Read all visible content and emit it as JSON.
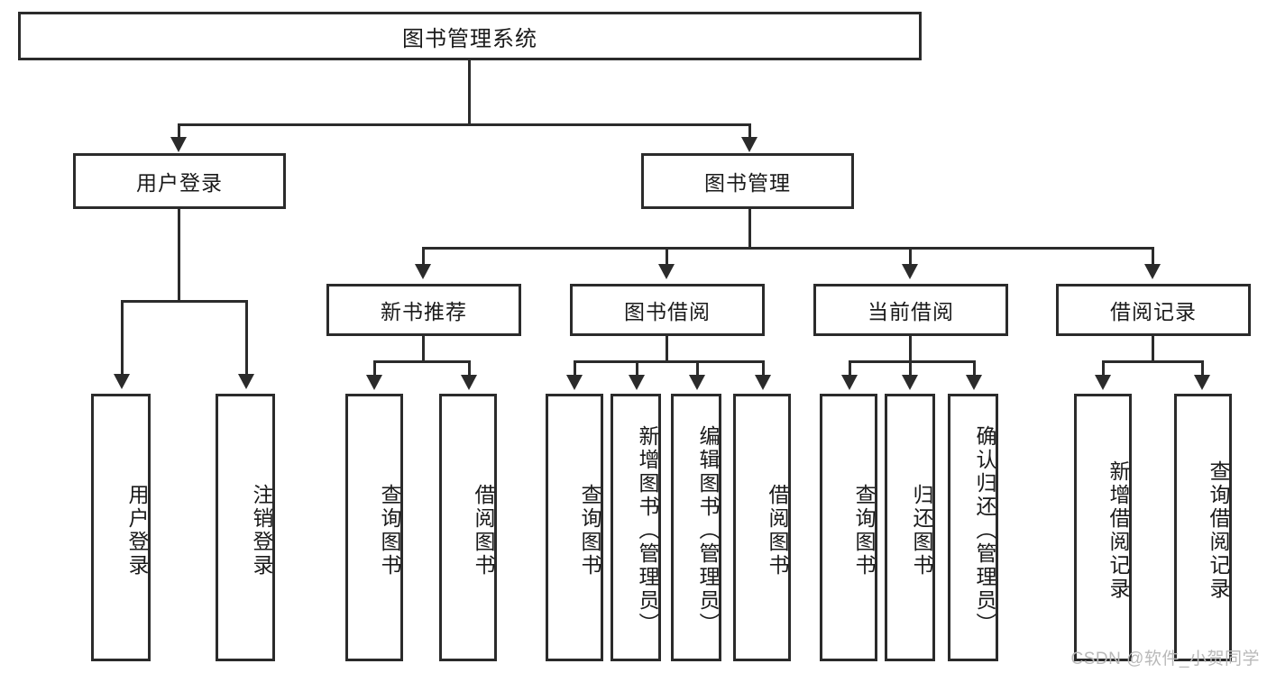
{
  "diagram": {
    "type": "tree-hierarchy",
    "root": {
      "label": "图书管理系统"
    },
    "level2": [
      {
        "label": "用户登录"
      },
      {
        "label": "图书管理"
      }
    ],
    "level3": [
      {
        "label": "新书推荐"
      },
      {
        "label": "图书借阅"
      },
      {
        "label": "当前借阅"
      },
      {
        "label": "借阅记录"
      }
    ],
    "leaves": {
      "user_login": [
        {
          "label": "用户登录"
        },
        {
          "label": "注销登录"
        }
      ],
      "new_book": [
        {
          "label": "查询图书"
        },
        {
          "label": "借阅图书"
        }
      ],
      "book_borrow": [
        {
          "label": "查询图书"
        },
        {
          "label": "新增图书（管理员）"
        },
        {
          "label": "编辑图书（管理员）"
        },
        {
          "label": "借阅图书"
        }
      ],
      "current_borrow": [
        {
          "label": "查询图书"
        },
        {
          "label": "归还图书"
        },
        {
          "label": "确认归还（管理员）"
        }
      ],
      "borrow_record": [
        {
          "label": "新增借阅记录"
        },
        {
          "label": "查询借阅记录"
        }
      ]
    }
  },
  "watermark": {
    "text": "CSDN @软件_小贺同学"
  },
  "colors": {
    "stroke": "#2b2b2b",
    "background": "#ffffff",
    "text": "#1a1a1a",
    "watermark": "#b9b9b9"
  }
}
